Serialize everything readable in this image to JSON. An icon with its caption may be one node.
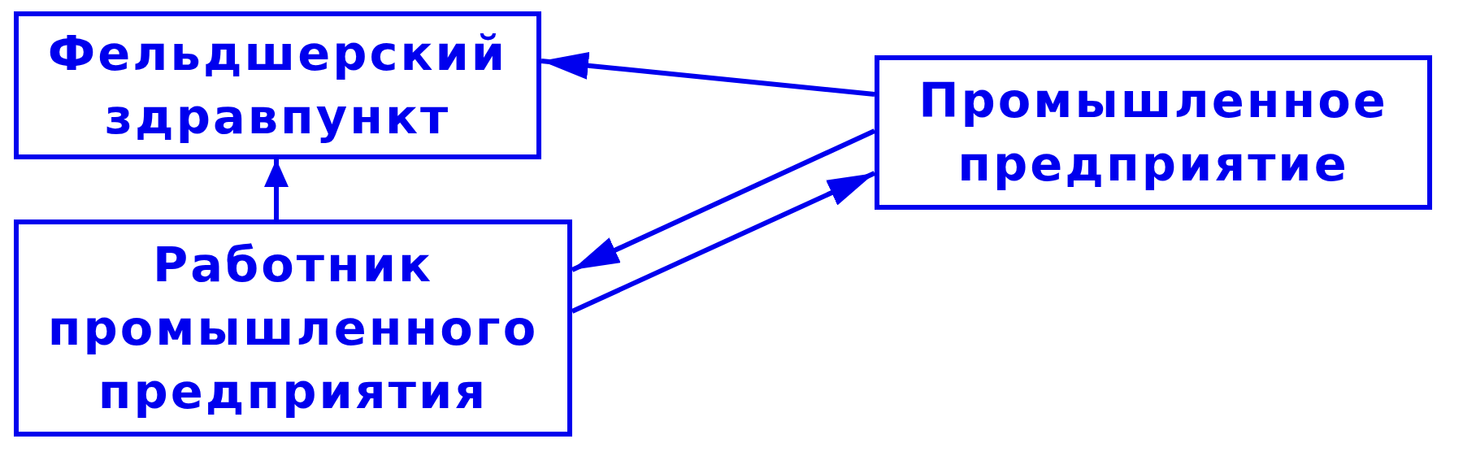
{
  "diagram": {
    "nodes": [
      {
        "text": [
          "Фельдшерский здравпункт"
        ]
      },
      {
        "text": [
          "Промышленное предприятие"
        ]
      },
      {
        "text": [
          "Работник промышленного предприятия"
        ]
      }
    ],
    "edges": [
      {
        "from": 1,
        "to": 0,
        "arrow": "to"
      },
      {
        "from": 2,
        "to": 0,
        "arrow": "to"
      },
      {
        "from": 1,
        "to": 2,
        "arrow": "to"
      },
      {
        "from": 2,
        "to": 1,
        "arrow": "to"
      }
    ]
  }
}
